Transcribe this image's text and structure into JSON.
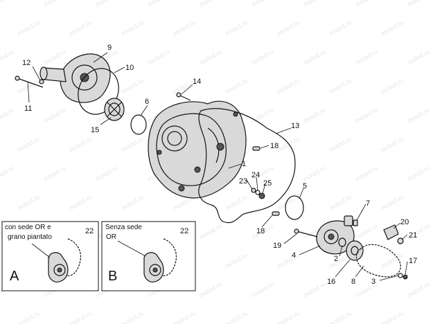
{
  "watermark_text": "motod.ru",
  "callouts": [
    {
      "id": "p1",
      "label": "1"
    },
    {
      "id": "p2",
      "label": "2"
    },
    {
      "id": "p3",
      "label": "3"
    },
    {
      "id": "p4",
      "label": "4"
    },
    {
      "id": "p5",
      "label": "5"
    },
    {
      "id": "p6",
      "label": "6"
    },
    {
      "id": "p7",
      "label": "7"
    },
    {
      "id": "p8",
      "label": "8"
    },
    {
      "id": "p9",
      "label": "9"
    },
    {
      "id": "p10",
      "label": "10"
    },
    {
      "id": "p11",
      "label": "11"
    },
    {
      "id": "p12",
      "label": "12"
    },
    {
      "id": "p13",
      "label": "13"
    },
    {
      "id": "p14",
      "label": "14"
    },
    {
      "id": "p15",
      "label": "15"
    },
    {
      "id": "p16",
      "label": "16"
    },
    {
      "id": "p17",
      "label": "17"
    },
    {
      "id": "p18a",
      "label": "18"
    },
    {
      "id": "p18b",
      "label": "18"
    },
    {
      "id": "p19",
      "label": "19"
    },
    {
      "id": "p20",
      "label": "20"
    },
    {
      "id": "p21",
      "label": "21"
    },
    {
      "id": "p23",
      "label": "23"
    },
    {
      "id": "p24",
      "label": "24"
    },
    {
      "id": "p25",
      "label": "25"
    }
  ],
  "inset_a": {
    "caption_line1": "con sede OR e",
    "caption_line2": "grano piantato",
    "part_label": "22",
    "letter": "A"
  },
  "inset_b": {
    "caption_line1": "Senza sede",
    "caption_line2": "OR",
    "part_label": "22",
    "letter": "B"
  }
}
